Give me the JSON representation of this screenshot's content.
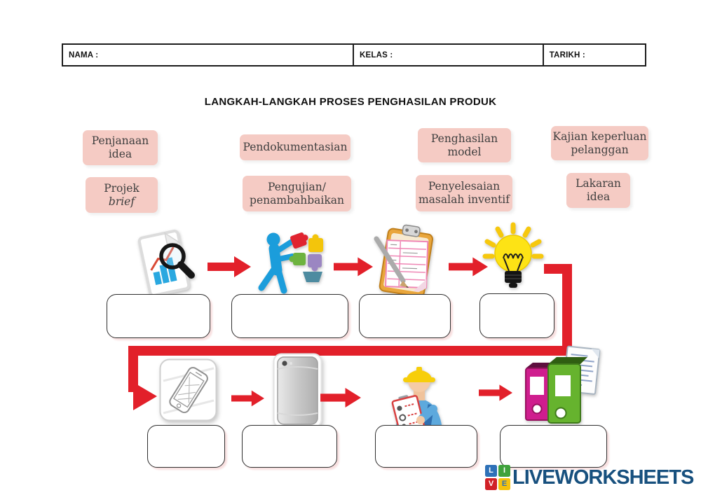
{
  "title": "LANGKAH-LANGKAH PROSES PENGHASILAN PRODUK",
  "header_table": {
    "fields": [
      {
        "label": "NAMA :",
        "value": ""
      },
      {
        "label": "KELAS :",
        "value": ""
      },
      {
        "label": "TARIKH :",
        "value": ""
      }
    ]
  },
  "answer_labels": [
    {
      "id": "penjanaan-idea",
      "text": "Penjanaan\nidea"
    },
    {
      "id": "pendokumentasian",
      "text": "Pendokumentasian"
    },
    {
      "id": "penghasilan-model",
      "text": "Penghasilan\nmodel"
    },
    {
      "id": "kajian-keperluan-pelanggan",
      "text": "Kajian keperluan\npelanggan"
    },
    {
      "id": "projek-brief",
      "line1": "Projek",
      "line2": "brief"
    },
    {
      "id": "pengujian-penambahbaikan",
      "text": "Pengujian/\npenambahbaikan"
    },
    {
      "id": "penyelesaian-masalah-inventif",
      "text": "Penyelesaian\nmasalah inventif"
    },
    {
      "id": "lakaran-idea",
      "text": "Lakaran\nidea"
    }
  ],
  "flow": {
    "step_icons": [
      "document-analysis-icon",
      "person-assembling-puzzle-bulb-icon",
      "clipboard-checklist-icon",
      "lightbulb-icon",
      "phone-sketch-icon",
      "phone-prototype-icon",
      "worker-checklist-icon",
      "binders-documents-icon"
    ],
    "answer_boxes": [
      {
        "value": ""
      },
      {
        "value": ""
      },
      {
        "value": ""
      },
      {
        "value": ""
      },
      {
        "value": ""
      },
      {
        "value": ""
      },
      {
        "value": ""
      },
      {
        "value": ""
      }
    ]
  },
  "logo": {
    "tiles": [
      {
        "letter": "L",
        "color": "#2e71b8"
      },
      {
        "letter": "I",
        "color": "#3fa23c"
      },
      {
        "letter": "V",
        "color": "#d12127"
      },
      {
        "letter": "E",
        "color": "#f4c20d",
        "letter_color": "#2e71b8"
      }
    ],
    "text": "LIVEWORKSHEETS",
    "text_color": "#17507e"
  },
  "colors": {
    "accent_red": "#e2202a",
    "label_pink": "#f5cbc4",
    "label_text": "#3f3f3f"
  }
}
